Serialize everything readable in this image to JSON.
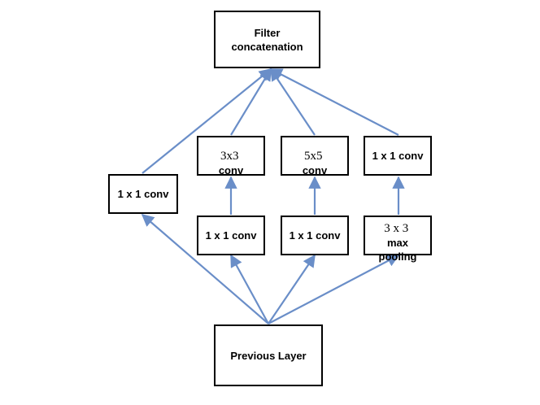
{
  "diagram": {
    "edge_color": "#6a8ec8",
    "nodes": {
      "filter_concat": {
        "line1": "Filter",
        "line2": "concatenation"
      },
      "conv_3x3": {
        "num": "3x3",
        "rest": "conv"
      },
      "conv_5x5": {
        "num": "5x5",
        "rest": "conv"
      },
      "conv_1x1_top_right": {
        "label": "1 x 1 conv"
      },
      "conv_1x1_left": {
        "label": "1 x 1 conv"
      },
      "conv_1x1_reduce_3x3": {
        "label": "1 x 1 conv"
      },
      "conv_1x1_reduce_5x5": {
        "label": "1 x 1 conv"
      },
      "max_pooling": {
        "num": "3 x 3",
        "rest": "max",
        "line2": "pooling"
      },
      "previous_layer": {
        "label": "Previous Layer"
      }
    }
  }
}
